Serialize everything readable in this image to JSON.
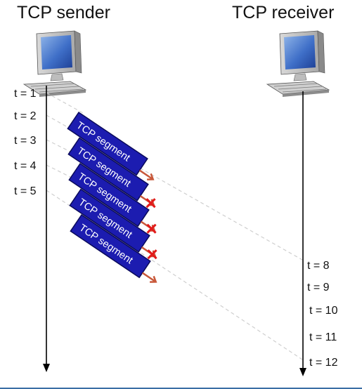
{
  "sender": {
    "title": "TCP sender",
    "times": [
      "t = 1",
      "t = 2",
      "t = 3",
      "t = 4",
      "t = 5"
    ]
  },
  "receiver": {
    "title": "TCP receiver",
    "times": [
      "t = 8",
      "t = 9",
      "t = 10",
      "t = 11",
      "t = 12"
    ]
  },
  "segments": [
    {
      "label": "TCP segment",
      "status": "delivered"
    },
    {
      "label": "TCP segment",
      "status": "lost"
    },
    {
      "label": "TCP segment",
      "status": "lost"
    },
    {
      "label": "TCP segment",
      "status": "lost"
    },
    {
      "label": "TCP segment",
      "status": "delivered"
    }
  ],
  "colors": {
    "segment_fill": "#1c1cb0",
    "segment_border": "#0a0a5a",
    "arrow": "#c8583a",
    "loss_mark": "#e21b1b",
    "dashed_line": "#cfcfcf",
    "timeline": "#000000"
  },
  "icons": {
    "sender": "desktop-computer-icon",
    "receiver": "desktop-computer-icon"
  }
}
